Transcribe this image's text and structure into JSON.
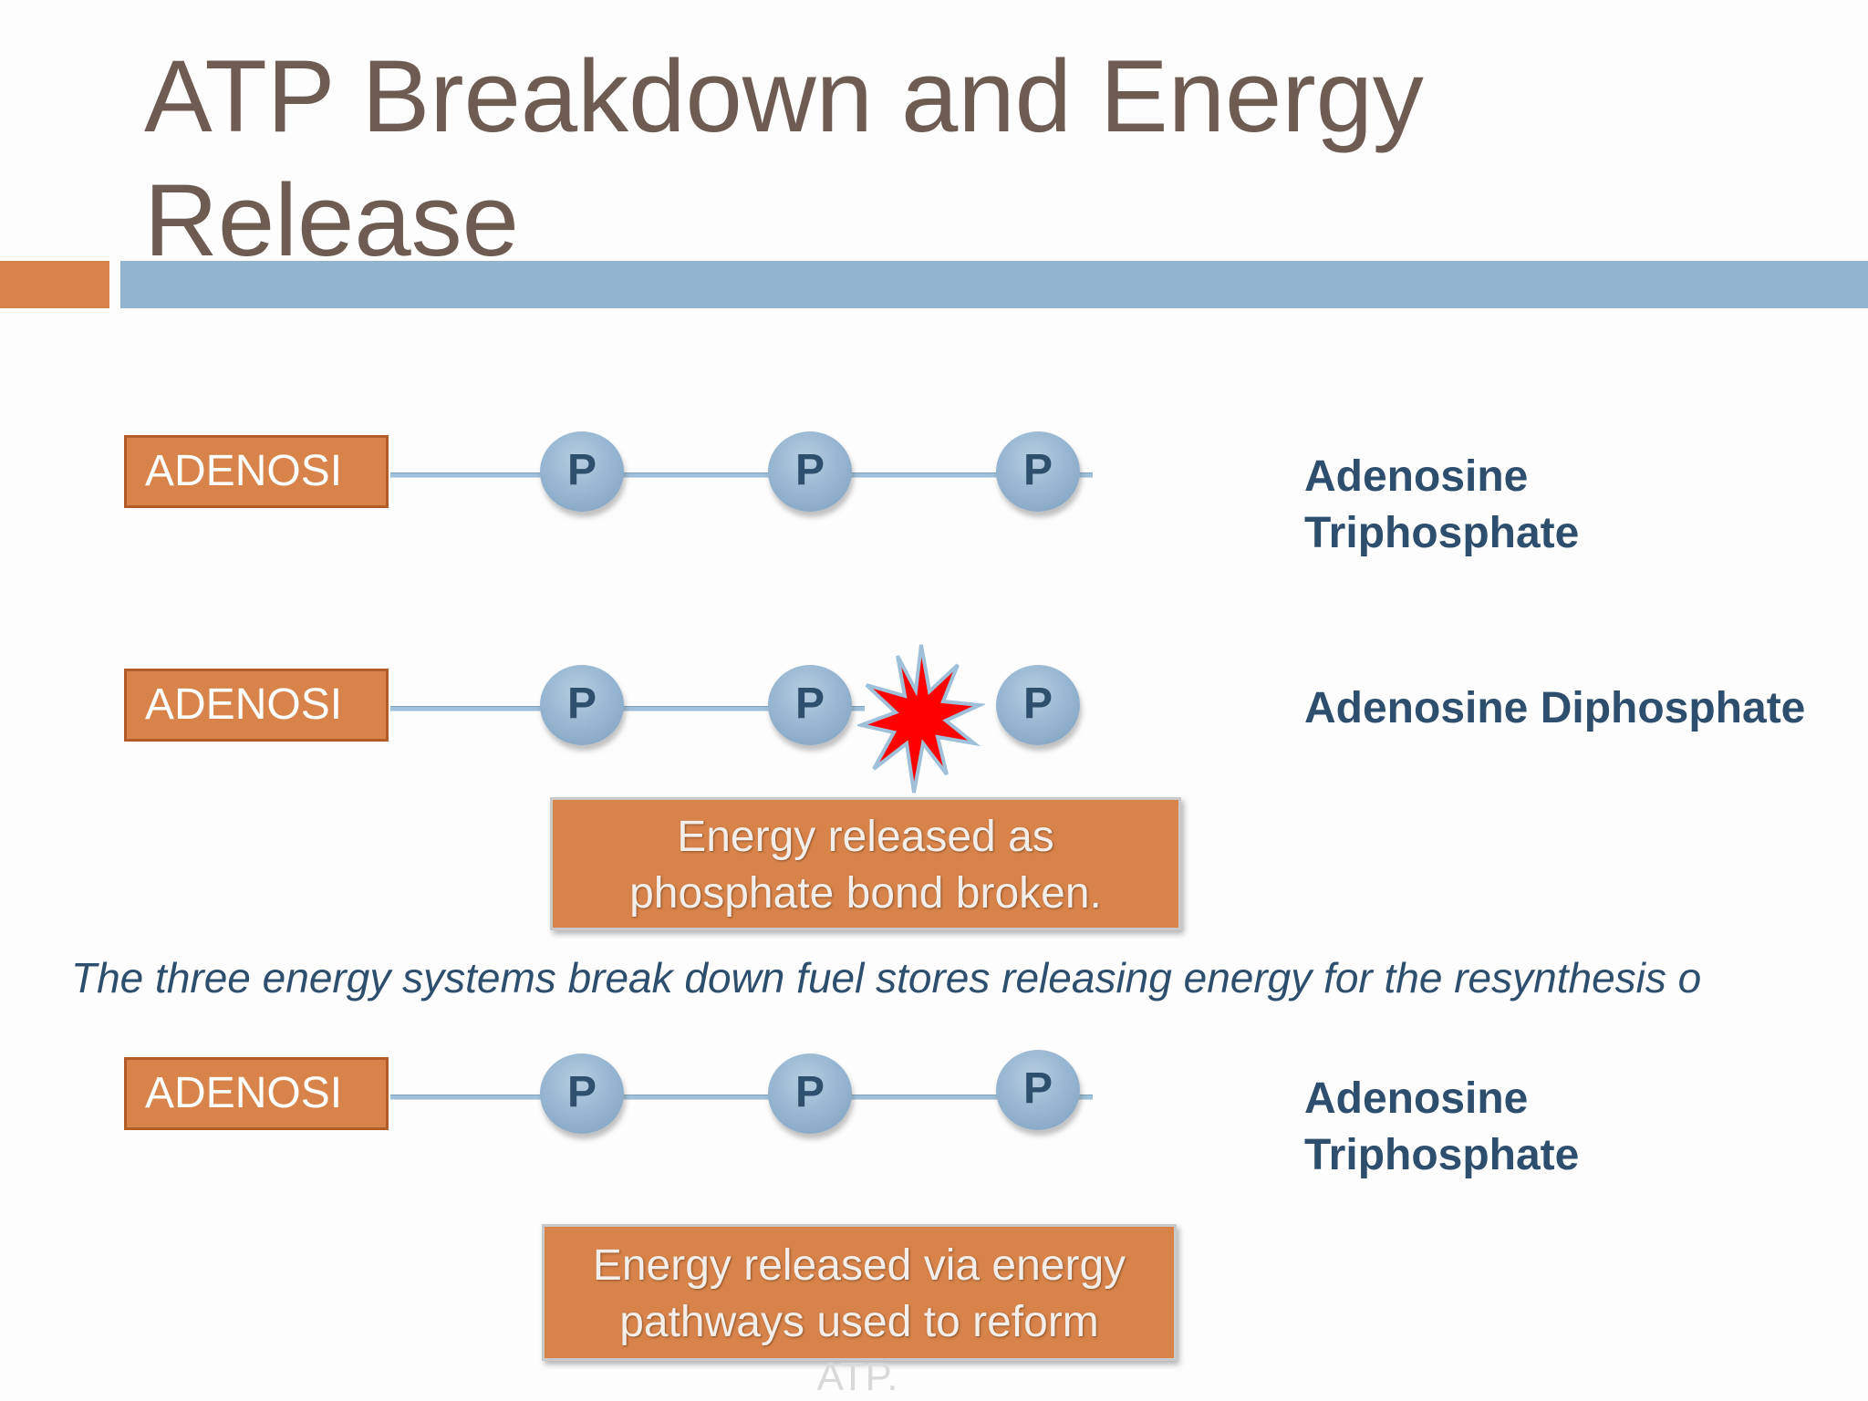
{
  "slide": {
    "title": "ATP Breakdown and Energy Release",
    "colors": {
      "title": "#6e5b52",
      "accent_orange": "#d7834a",
      "accent_blue": "#93b5cf",
      "label_navy": "#2e4e6e",
      "burst_red": "#ff0000"
    }
  },
  "rows": [
    {
      "adenosine": "ADENOSI",
      "phosphates": [
        "P",
        "P",
        "P"
      ],
      "label_line1": "Adenosine",
      "label_line2": "Triphosphate"
    },
    {
      "adenosine": "ADENOSI",
      "phosphates": [
        "P",
        "P",
        "P"
      ],
      "label_line1": "Adenosine Diphosphate",
      "bond_broken": true,
      "burst_icon": "red-starburst-icon",
      "note_line1": "Energy released as",
      "note_line2": "phosphate bond broken."
    },
    {
      "adenosine": "ADENOSI",
      "phosphates": [
        "P",
        "P",
        "P"
      ],
      "label_line1": "Adenosine",
      "label_line2": "Triphosphate",
      "note_line1": "Energy released via energy",
      "note_line2": "pathways used to reform",
      "note_line3": "ATP."
    }
  ],
  "caption": "The three energy systems break down fuel stores releasing energy for the resynthesis o"
}
